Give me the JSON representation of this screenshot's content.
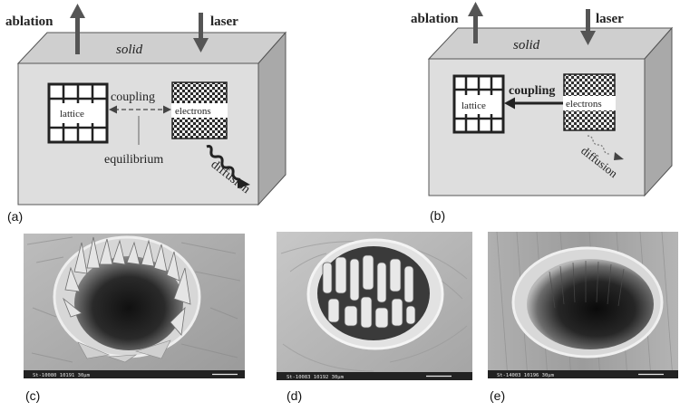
{
  "panels": {
    "a": {
      "label": "(a)",
      "ablation": "ablation",
      "laser": "laser",
      "solid": "solid",
      "lattice": "lattice",
      "electrons": "electrons",
      "coupling": "coupling",
      "equilibrium": "equilibrium",
      "diffusion": "diffusion"
    },
    "b": {
      "label": "(b)",
      "ablation": "ablation",
      "laser": "laser",
      "solid": "solid",
      "lattice": "lattice",
      "electrons": "electrons",
      "coupling": "coupling",
      "diffusion": "diffusion"
    },
    "c": {
      "label": "(c)",
      "scalebar": "St-10080   10191   30µm"
    },
    "d": {
      "label": "(d)",
      "scalebar": "St-10083   10192   30µm"
    },
    "e": {
      "label": "(e)",
      "scalebar": "St-14003   10196   30µm"
    }
  }
}
